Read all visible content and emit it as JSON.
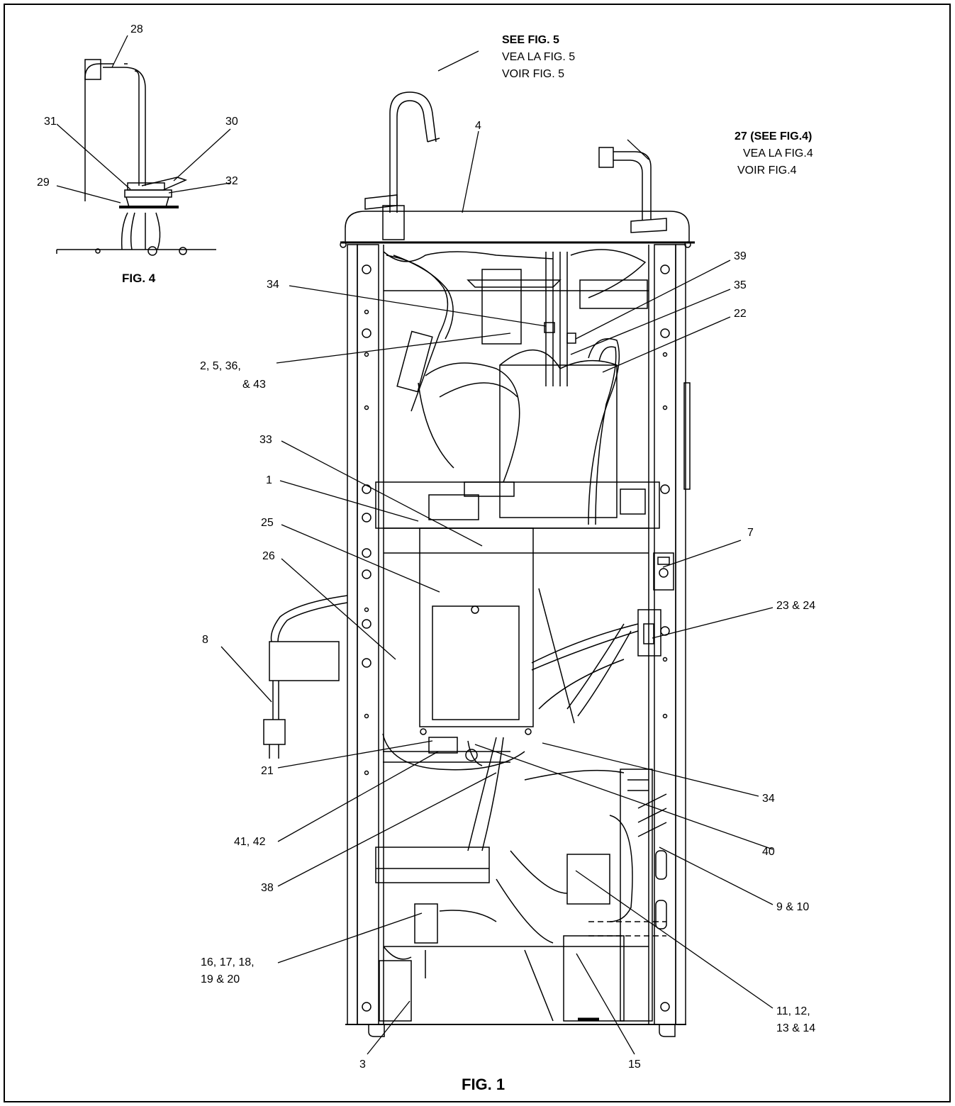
{
  "figure_caption": "FIG. 1",
  "inset": {
    "caption": "FIG. 4",
    "callouts": [
      "28",
      "31",
      "30",
      "29",
      "32"
    ]
  },
  "references": {
    "fig5": {
      "en": "SEE FIG. 5",
      "es": "VEA LA FIG. 5",
      "fr": "VOIR FIG. 5"
    },
    "fig4": {
      "en": "27 (SEE FIG.4)",
      "es": "VEA LA FIG.4",
      "fr": "VOIR FIG.4"
    }
  },
  "callouts": [
    "4",
    "39",
    "34",
    "35",
    "22",
    "2, 5, 36,",
    "& 43",
    "33",
    "1",
    "25",
    "7",
    "26",
    "23 & 24",
    "8",
    "21",
    "34",
    "41, 42",
    "40",
    "38",
    "9 & 10",
    "16, 17, 18,",
    "19 & 20",
    "11, 12,",
    "13 & 14",
    "3",
    "15"
  ]
}
